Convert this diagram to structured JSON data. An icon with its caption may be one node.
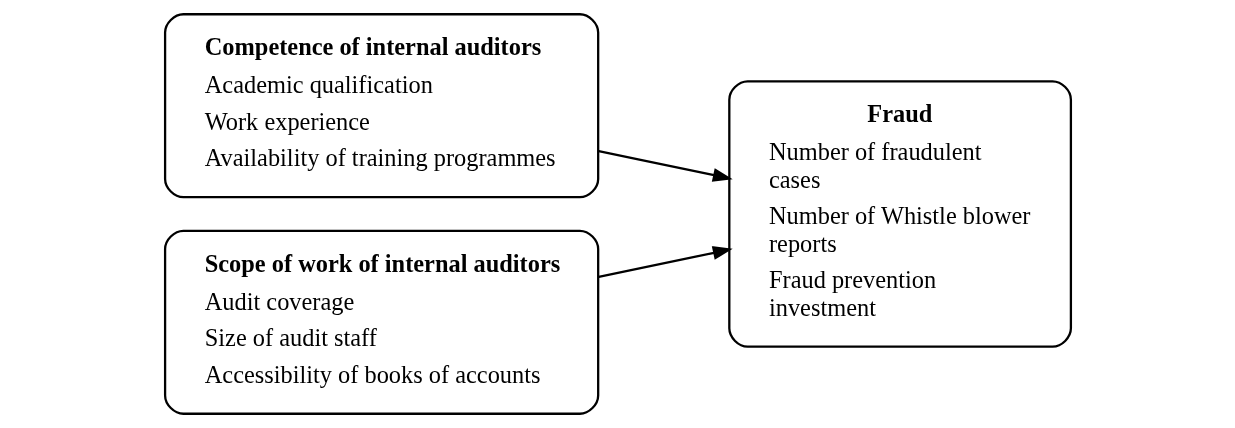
{
  "diagram": {
    "nodes": [
      {
        "text": [
          "Competence of internal auditors",
          "Academic qualification",
          "Work experience",
          "Availability of training programmes"
        ]
      },
      {
        "text": [
          "Scope of work of internal auditors",
          "Audit coverage",
          "Size of audit staff",
          "Accessibility of books of accounts"
        ]
      },
      {
        "text": [
          "Fraud",
          "Number of fraudulent cases",
          "Number of Whistle blower reports",
          "Fraud prevention investment"
        ]
      }
    ],
    "edges": [
      {
        "from": 0,
        "to": 2,
        "arrow": "to"
      },
      {
        "from": 1,
        "to": 2,
        "arrow": "to"
      }
    ]
  }
}
